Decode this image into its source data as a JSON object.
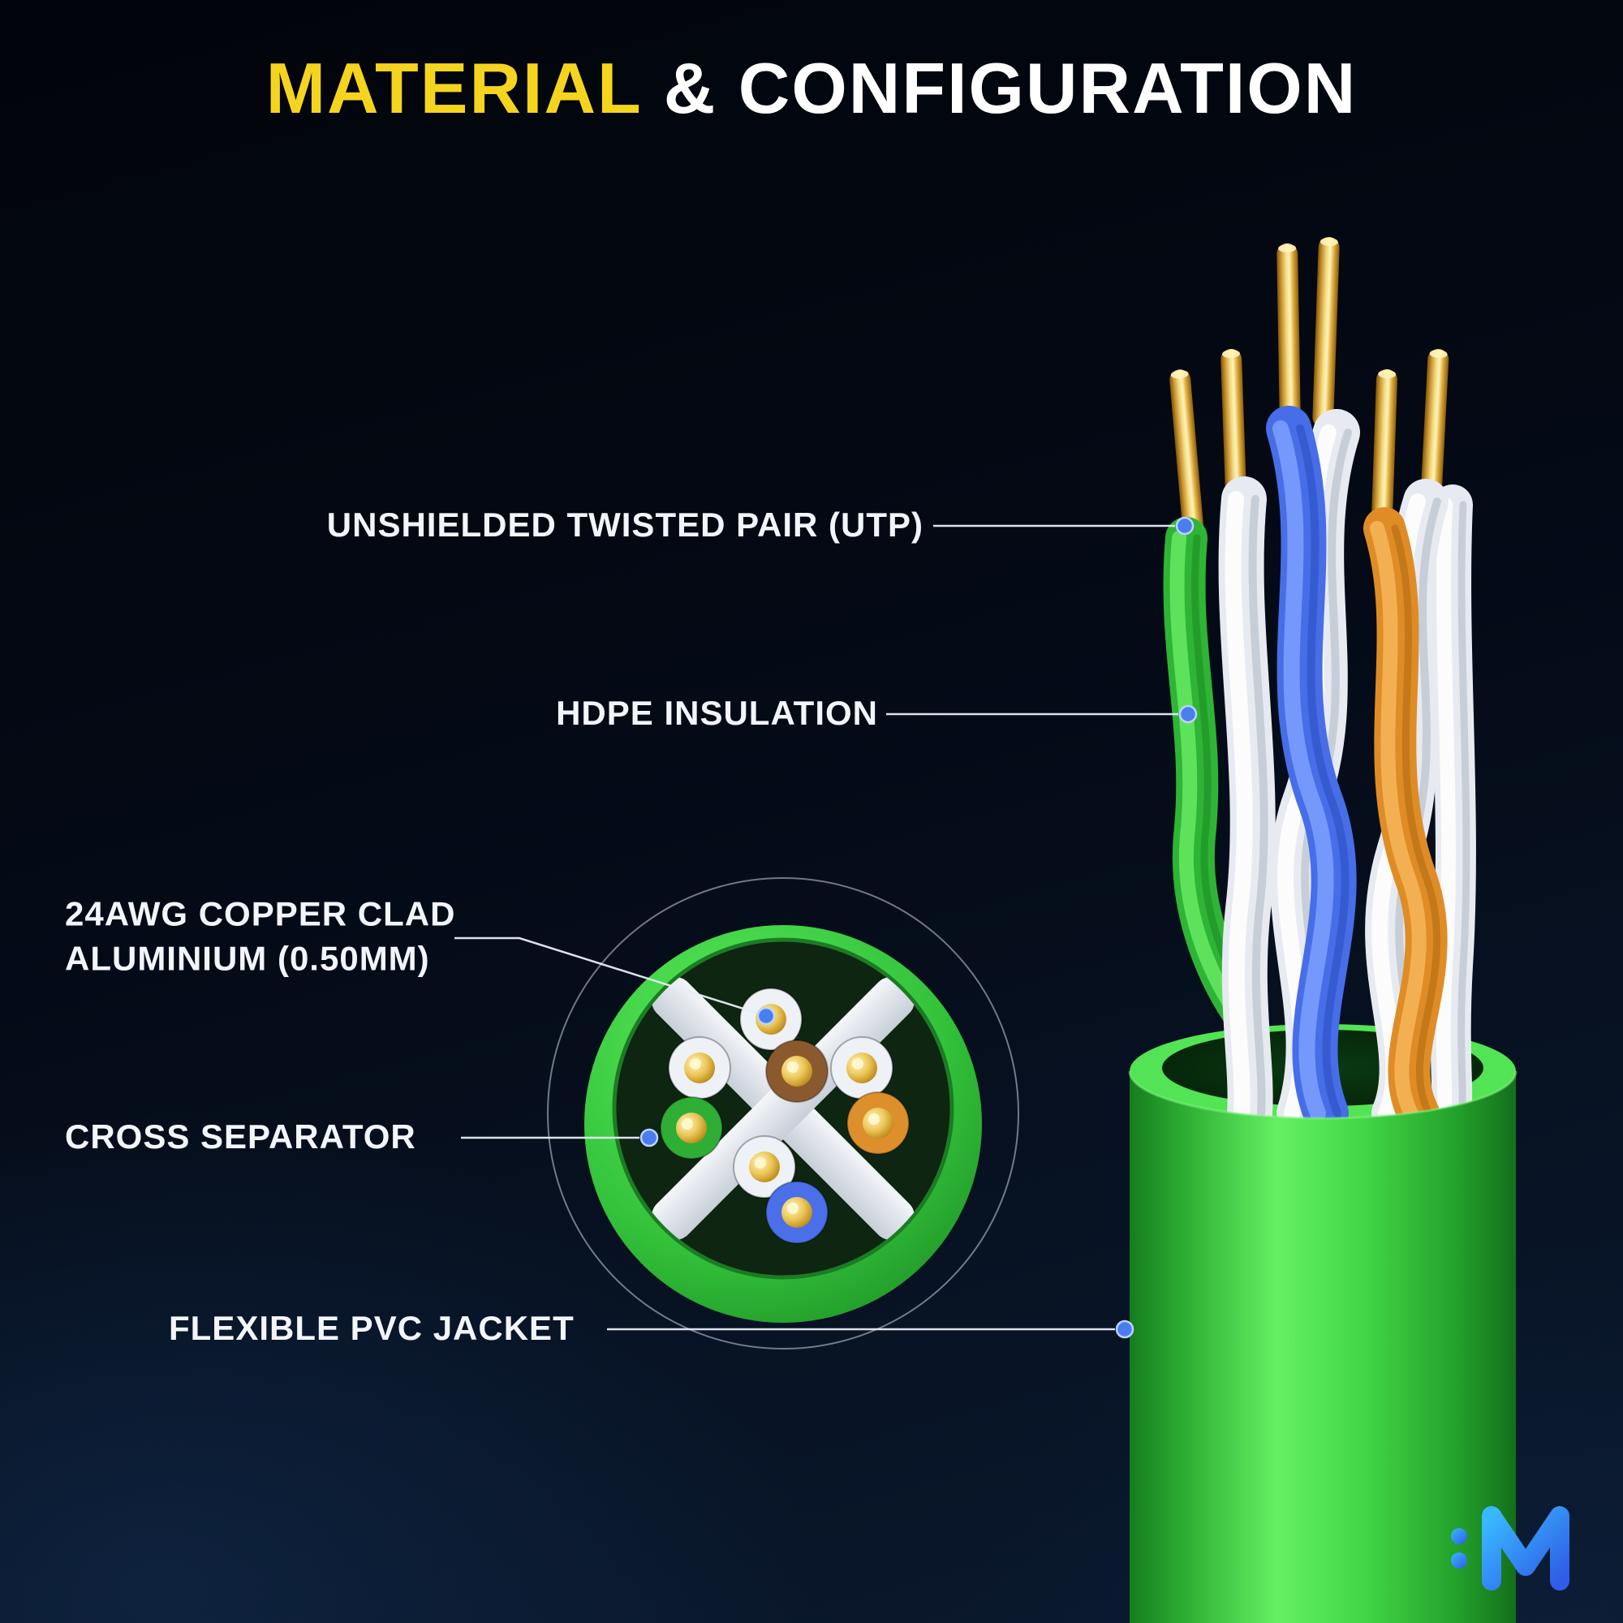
{
  "title": {
    "part1": "MATERIAL",
    "part2": "& CONFIGURATION"
  },
  "callouts": {
    "utp": {
      "label": "UNSHIELDED TWISTED PAIR (UTP)"
    },
    "hdpe": {
      "label": "HDPE INSULATION"
    },
    "awg": {
      "label_line1": "24AWG COPPER CLAD",
      "label_line2": "ALUMINIUM (0.50MM)"
    },
    "cross": {
      "label": "CROSS SEPARATOR"
    },
    "jacket": {
      "label": "FLEXIBLE PVC JACKET"
    }
  },
  "diagram": {
    "accent_yellow": "#f5d41f",
    "label_color": "#f2f5fa",
    "callout_dot_color": "#4a7df0",
    "jacket_green": "#3ed144",
    "copper_gold": "#e7b83a",
    "wire_colors": {
      "white": "#e7ebf1",
      "blue": "#476ee8",
      "green": "#2fb535",
      "orange": "#e08c26",
      "brown": "#8a5a2e"
    },
    "components": [
      "Unshielded twisted pair (UTP)",
      "HDPE insulation",
      "24AWG copper clad aluminium (0.50mm)",
      "Cross separator",
      "Flexible PVC jacket"
    ]
  },
  "logo": {
    "name": "brand-logo",
    "color": "#2f6be8"
  }
}
